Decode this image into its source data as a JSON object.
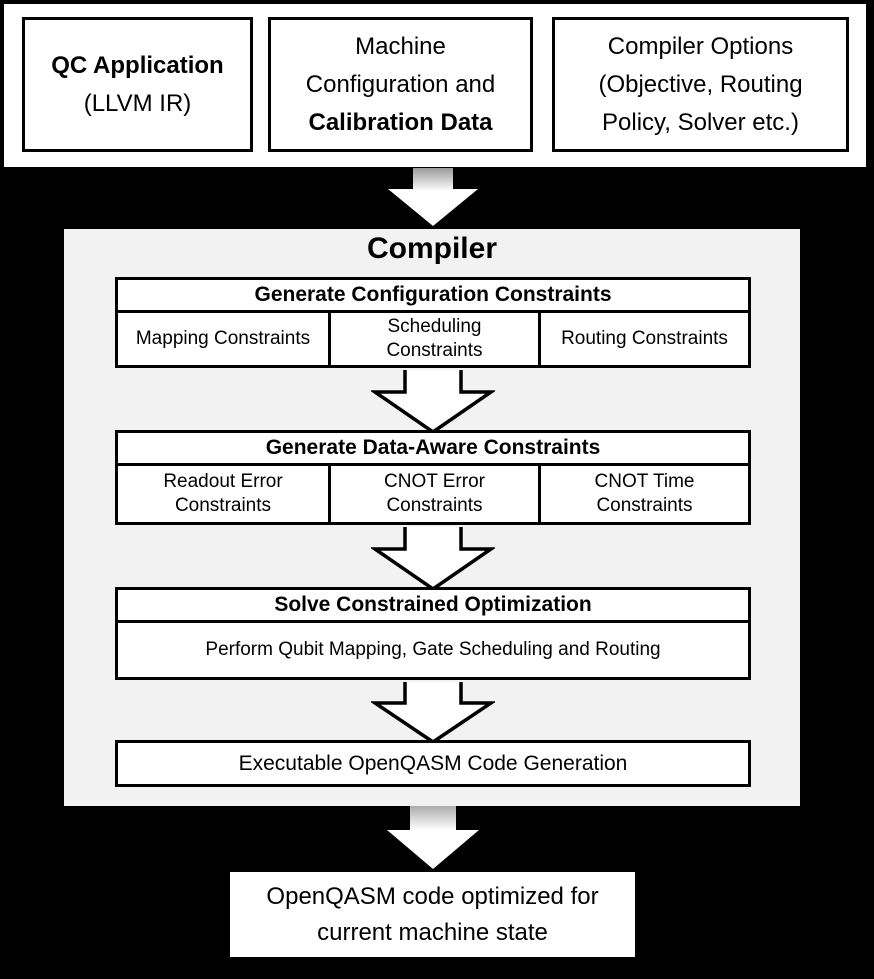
{
  "top_inputs": {
    "qc_app": {
      "title": "QC Application",
      "subtitle": "(LLVM IR)"
    },
    "machine_config": {
      "regular_text": "Machine Configuration and",
      "bold_text": "Calibration Data"
    },
    "compiler_options": {
      "text": "Compiler Options (Objective, Routing Policy, Solver etc.)"
    }
  },
  "compiler": {
    "title": "Compiler",
    "stages": [
      {
        "header": "Generate Configuration Constraints",
        "cells": [
          "Mapping Constraints",
          "Scheduling Constraints",
          "Routing Constraints"
        ]
      },
      {
        "header": "Generate Data-Aware Constraints",
        "cells": [
          "Readout Error Constraints",
          "CNOT Error Constraints",
          "CNOT Time Constraints"
        ]
      },
      {
        "header": "Solve Constrained Optimization",
        "cells": [
          "Perform Qubit Mapping, Gate Scheduling and Routing"
        ]
      }
    ],
    "final_step": "Executable OpenQASM Code Generation"
  },
  "output": {
    "text": "OpenQASM code optimized for current machine state"
  },
  "colors": {
    "background": "#000000",
    "panel": "#f2f2f2",
    "box_fill": "#ffffff",
    "border": "#000000",
    "text": "#000000"
  }
}
